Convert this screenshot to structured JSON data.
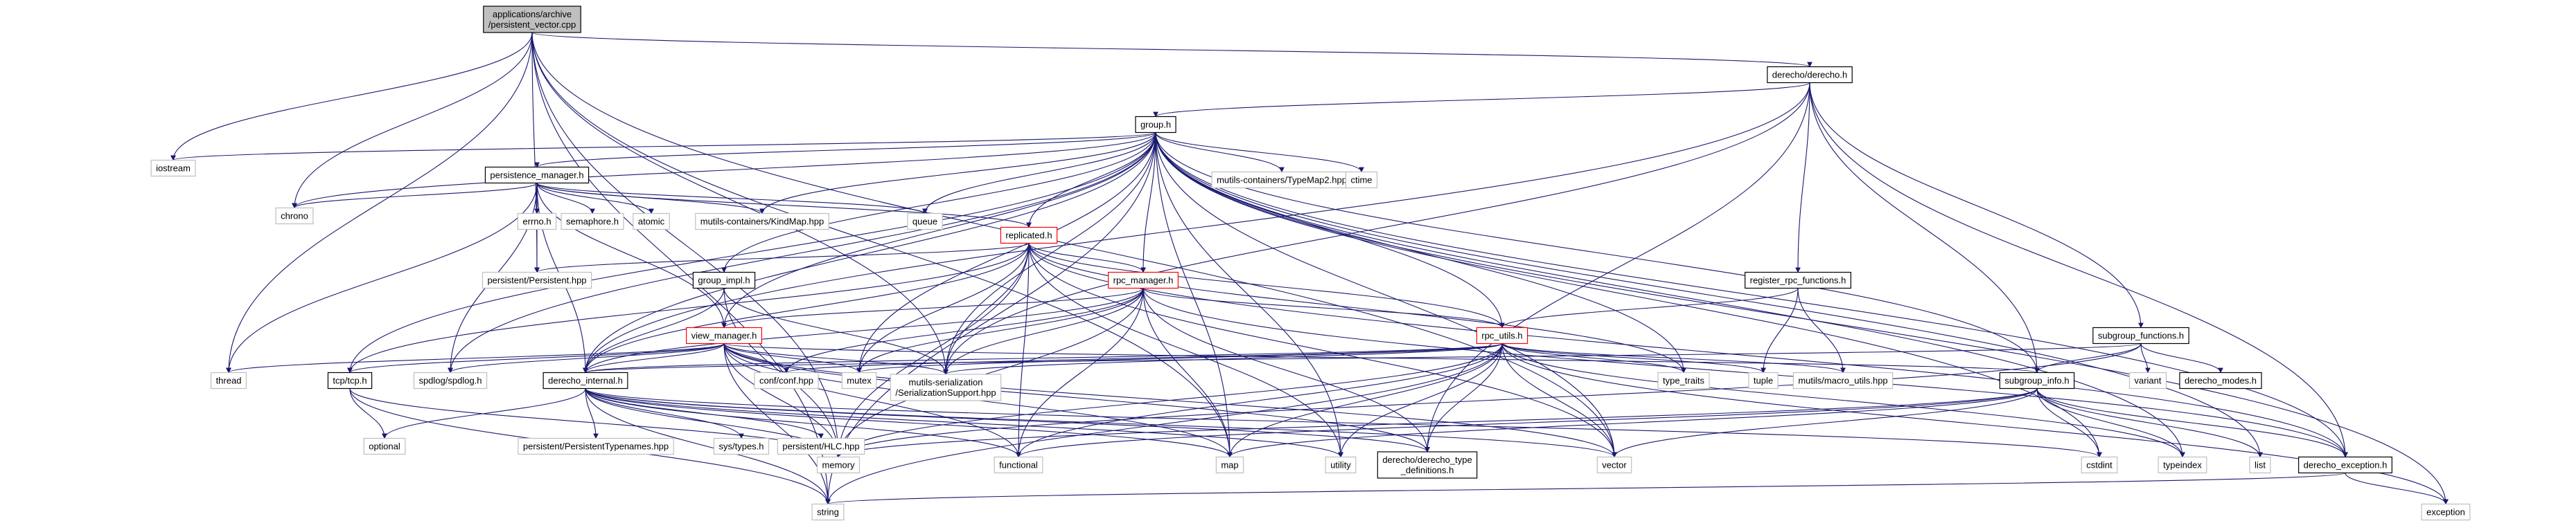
{
  "colors": {
    "edge": "#191970",
    "root_fill": "#bfbfbf",
    "doc_border": "#000000",
    "red_border": "#ff0000",
    "external_border": "#bfbfbf",
    "background": "#ffffff"
  },
  "nodes": [
    {
      "id": "root",
      "label": [
        "applications/archive",
        "/persistent_vector.cpp"
      ],
      "style": "root"
    },
    {
      "id": "derecho_h",
      "label": [
        "derecho/derecho.h"
      ],
      "style": "doc"
    },
    {
      "id": "group_h",
      "label": [
        "group.h"
      ],
      "style": "doc"
    },
    {
      "id": "iostream",
      "label": [
        "iostream"
      ],
      "style": "ext"
    },
    {
      "id": "chrono",
      "label": [
        "chrono"
      ],
      "style": "ext"
    },
    {
      "id": "tm2",
      "label": [
        "mutils-containers/TypeMap2.hpp"
      ],
      "style": "ext"
    },
    {
      "id": "ctime",
      "label": [
        "ctime"
      ],
      "style": "ext"
    },
    {
      "id": "pm_h",
      "label": [
        "persistence_manager.h"
      ],
      "style": "doc"
    },
    {
      "id": "errno",
      "label": [
        "errno.h"
      ],
      "style": "ext"
    },
    {
      "id": "semaphore",
      "label": [
        "semaphore.h"
      ],
      "style": "ext"
    },
    {
      "id": "atomic",
      "label": [
        "atomic"
      ],
      "style": "ext"
    },
    {
      "id": "kindmap",
      "label": [
        "mutils-containers/KindMap.hpp"
      ],
      "style": "ext"
    },
    {
      "id": "queue",
      "label": [
        "queue"
      ],
      "style": "ext"
    },
    {
      "id": "replicated_h",
      "label": [
        "replicated.h"
      ],
      "style": "red"
    },
    {
      "id": "persistent_hpp",
      "label": [
        "persistent/Persistent.hpp"
      ],
      "style": "ext"
    },
    {
      "id": "group_impl",
      "label": [
        "group_impl.h"
      ],
      "style": "doc"
    },
    {
      "id": "rpc_manager",
      "label": [
        "rpc_manager.h"
      ],
      "style": "red"
    },
    {
      "id": "register_rpc",
      "label": [
        "register_rpc_functions.h"
      ],
      "style": "doc"
    },
    {
      "id": "view_manager",
      "label": [
        "view_manager.h"
      ],
      "style": "red"
    },
    {
      "id": "rpc_utils",
      "label": [
        "rpc_utils.h"
      ],
      "style": "red"
    },
    {
      "id": "subgroup_functions",
      "label": [
        "subgroup_functions.h"
      ],
      "style": "doc"
    },
    {
      "id": "variant",
      "label": [
        "variant"
      ],
      "style": "ext"
    },
    {
      "id": "derecho_modes",
      "label": [
        "derecho_modes.h"
      ],
      "style": "doc"
    },
    {
      "id": "thread",
      "label": [
        "thread"
      ],
      "style": "ext"
    },
    {
      "id": "tcp_h",
      "label": [
        "tcp/tcp.h"
      ],
      "style": "doc"
    },
    {
      "id": "spdlog",
      "label": [
        "spdlog/spdlog.h"
      ],
      "style": "ext"
    },
    {
      "id": "derecho_internal",
      "label": [
        "derecho_internal.h"
      ],
      "style": "doc"
    },
    {
      "id": "conf_hpp",
      "label": [
        "conf/conf.hpp"
      ],
      "style": "ext"
    },
    {
      "id": "mutex",
      "label": [
        "mutex"
      ],
      "style": "ext"
    },
    {
      "id": "serialization",
      "label": [
        "mutils-serialization",
        "/SerializationSupport.hpp"
      ],
      "style": "ext"
    },
    {
      "id": "type_traits",
      "label": [
        "type_traits"
      ],
      "style": "ext"
    },
    {
      "id": "tuple",
      "label": [
        "tuple"
      ],
      "style": "ext"
    },
    {
      "id": "macro_utils",
      "label": [
        "mutils/macro_utils.hpp"
      ],
      "style": "ext"
    },
    {
      "id": "subgroup_info",
      "label": [
        "subgroup_info.h"
      ],
      "style": "doc"
    },
    {
      "id": "optional",
      "label": [
        "optional"
      ],
      "style": "ext"
    },
    {
      "id": "ptypenames",
      "label": [
        "persistent/PersistentTypenames.hpp"
      ],
      "style": "ext"
    },
    {
      "id": "systypes",
      "label": [
        "sys/types.h"
      ],
      "style": "ext"
    },
    {
      "id": "hlc",
      "label": [
        "persistent/HLC.hpp"
      ],
      "style": "ext"
    },
    {
      "id": "memory",
      "label": [
        "memory"
      ],
      "style": "ext"
    },
    {
      "id": "functional",
      "label": [
        "functional"
      ],
      "style": "ext"
    },
    {
      "id": "map",
      "label": [
        "map"
      ],
      "style": "ext"
    },
    {
      "id": "utility",
      "label": [
        "utility"
      ],
      "style": "ext"
    },
    {
      "id": "type_defs",
      "label": [
        "derecho/derecho_type",
        "_definitions.h"
      ],
      "style": "doc"
    },
    {
      "id": "vector",
      "label": [
        "vector"
      ],
      "style": "ext"
    },
    {
      "id": "cstdint",
      "label": [
        "cstdint"
      ],
      "style": "ext"
    },
    {
      "id": "typeindex",
      "label": [
        "typeindex"
      ],
      "style": "ext"
    },
    {
      "id": "list",
      "label": [
        "list"
      ],
      "style": "ext"
    },
    {
      "id": "derecho_exception",
      "label": [
        "derecho_exception.h"
      ],
      "style": "doc"
    },
    {
      "id": "string",
      "label": [
        "string"
      ],
      "style": "ext"
    },
    {
      "id": "exception",
      "label": [
        "exception"
      ],
      "style": "ext"
    }
  ],
  "edges": [
    [
      "root",
      "derecho_h"
    ],
    [
      "root",
      "iostream"
    ],
    [
      "root",
      "chrono"
    ],
    [
      "root",
      "persistent_hpp"
    ],
    [
      "root",
      "thread"
    ],
    [
      "root",
      "memory"
    ],
    [
      "root",
      "map"
    ],
    [
      "root",
      "serialization"
    ],
    [
      "root",
      "vector"
    ],
    [
      "root",
      "string"
    ],
    [
      "derecho_h",
      "group_h"
    ],
    [
      "derecho_h",
      "derecho_internal"
    ],
    [
      "derecho_h",
      "serialization"
    ],
    [
      "derecho_h",
      "register_rpc"
    ],
    [
      "derecho_h",
      "subgroup_info"
    ],
    [
      "derecho_h",
      "subgroup_functions"
    ],
    [
      "derecho_h",
      "type_defs"
    ],
    [
      "derecho_h",
      "derecho_exception"
    ],
    [
      "group_h",
      "iostream"
    ],
    [
      "group_h",
      "chrono"
    ],
    [
      "group_h",
      "tm2"
    ],
    [
      "group_h",
      "ctime"
    ],
    [
      "group_h",
      "pm_h"
    ],
    [
      "group_h",
      "kindmap"
    ],
    [
      "group_h",
      "queue"
    ],
    [
      "group_h",
      "replicated_h"
    ],
    [
      "group_h",
      "group_impl"
    ],
    [
      "group_h",
      "rpc_manager"
    ],
    [
      "group_h",
      "view_manager"
    ],
    [
      "group_h",
      "rpc_utils"
    ],
    [
      "group_h",
      "tcp_h"
    ],
    [
      "group_h",
      "spdlog"
    ],
    [
      "group_h",
      "derecho_internal"
    ],
    [
      "group_h",
      "mutex"
    ],
    [
      "group_h",
      "serialization"
    ],
    [
      "group_h",
      "type_traits"
    ],
    [
      "group_h",
      "subgroup_info"
    ],
    [
      "group_h",
      "map"
    ],
    [
      "group_h",
      "utility"
    ],
    [
      "group_h",
      "vector"
    ],
    [
      "group_h",
      "cstdint"
    ],
    [
      "group_h",
      "typeindex"
    ],
    [
      "group_h",
      "list"
    ],
    [
      "group_h",
      "derecho_exception"
    ],
    [
      "group_h",
      "string"
    ],
    [
      "group_h",
      "exception"
    ],
    [
      "pm_h",
      "chrono"
    ],
    [
      "pm_h",
      "errno"
    ],
    [
      "pm_h",
      "semaphore"
    ],
    [
      "pm_h",
      "atomic"
    ],
    [
      "pm_h",
      "kindmap"
    ],
    [
      "pm_h",
      "queue"
    ],
    [
      "pm_h",
      "persistent_hpp"
    ],
    [
      "pm_h",
      "thread"
    ],
    [
      "pm_h",
      "spdlog"
    ],
    [
      "pm_h",
      "derecho_internal"
    ],
    [
      "pm_h",
      "view_manager"
    ],
    [
      "pm_h",
      "replicated_h"
    ],
    [
      "replicated_h",
      "persistent_hpp"
    ],
    [
      "replicated_h",
      "rpc_manager"
    ],
    [
      "replicated_h",
      "rpc_utils"
    ],
    [
      "replicated_h",
      "derecho_internal"
    ],
    [
      "replicated_h",
      "serialization"
    ],
    [
      "replicated_h",
      "mutex"
    ],
    [
      "replicated_h",
      "functional"
    ],
    [
      "replicated_h",
      "memory"
    ],
    [
      "replicated_h",
      "utility"
    ],
    [
      "replicated_h",
      "vector"
    ],
    [
      "replicated_h",
      "type_traits"
    ],
    [
      "replicated_h",
      "tcp_h"
    ],
    [
      "replicated_h",
      "derecho_exception"
    ],
    [
      "group_impl",
      "derecho_internal"
    ],
    [
      "group_impl",
      "serialization"
    ],
    [
      "group_impl",
      "memory"
    ],
    [
      "register_rpc",
      "rpc_utils"
    ],
    [
      "register_rpc",
      "tuple"
    ],
    [
      "register_rpc",
      "macro_utils"
    ],
    [
      "rpc_manager",
      "view_manager"
    ],
    [
      "rpc_manager",
      "rpc_utils"
    ],
    [
      "rpc_manager",
      "derecho_internal"
    ],
    [
      "rpc_manager",
      "serialization"
    ],
    [
      "rpc_manager",
      "conf_hpp"
    ],
    [
      "rpc_manager",
      "mutex"
    ],
    [
      "rpc_manager",
      "map"
    ],
    [
      "rpc_manager",
      "functional"
    ],
    [
      "rpc_manager",
      "memory"
    ],
    [
      "rpc_manager",
      "type_defs"
    ],
    [
      "rpc_manager",
      "derecho_exception"
    ],
    [
      "view_manager",
      "thread"
    ],
    [
      "view_manager",
      "tcp_h"
    ],
    [
      "view_manager",
      "spdlog"
    ],
    [
      "view_manager",
      "derecho_internal"
    ],
    [
      "view_manager",
      "conf_hpp"
    ],
    [
      "view_manager",
      "mutex"
    ],
    [
      "view_manager",
      "serialization"
    ],
    [
      "view_manager",
      "subgroup_info"
    ],
    [
      "view_manager",
      "memory"
    ],
    [
      "view_manager",
      "functional"
    ],
    [
      "view_manager",
      "map"
    ],
    [
      "view_manager",
      "string"
    ],
    [
      "view_manager",
      "vector"
    ],
    [
      "view_manager",
      "type_defs"
    ],
    [
      "rpc_utils",
      "derecho_internal"
    ],
    [
      "rpc_utils",
      "serialization"
    ],
    [
      "rpc_utils",
      "conf_hpp"
    ],
    [
      "rpc_utils",
      "mutex"
    ],
    [
      "rpc_utils",
      "type_traits"
    ],
    [
      "rpc_utils",
      "tuple"
    ],
    [
      "rpc_utils",
      "macro_utils"
    ],
    [
      "rpc_utils",
      "typeindex"
    ],
    [
      "rpc_utils",
      "memory"
    ],
    [
      "rpc_utils",
      "functional"
    ],
    [
      "rpc_utils",
      "map"
    ],
    [
      "rpc_utils",
      "utility"
    ],
    [
      "rpc_utils",
      "type_defs"
    ],
    [
      "rpc_utils",
      "vector"
    ],
    [
      "rpc_utils",
      "string"
    ],
    [
      "rpc_utils",
      "exception"
    ],
    [
      "subgroup_functions",
      "derecho_modes"
    ],
    [
      "subgroup_functions",
      "variant"
    ],
    [
      "subgroup_functions",
      "subgroup_info"
    ],
    [
      "subgroup_functions",
      "derecho_internal"
    ],
    [
      "subgroup_functions",
      "memory"
    ],
    [
      "tcp_h",
      "optional"
    ],
    [
      "tcp_h",
      "string"
    ],
    [
      "tcp_h",
      "memory"
    ],
    [
      "derecho_internal",
      "optional"
    ],
    [
      "derecho_internal",
      "ptypenames"
    ],
    [
      "derecho_internal",
      "systypes"
    ],
    [
      "derecho_internal",
      "hlc"
    ],
    [
      "derecho_internal",
      "memory"
    ],
    [
      "derecho_internal",
      "functional"
    ],
    [
      "derecho_internal",
      "map"
    ],
    [
      "derecho_internal",
      "utility"
    ],
    [
      "derecho_internal",
      "type_defs"
    ],
    [
      "derecho_internal",
      "vector"
    ],
    [
      "derecho_internal",
      "cstdint"
    ],
    [
      "derecho_internal",
      "string"
    ],
    [
      "subgroup_info",
      "memory"
    ],
    [
      "subgroup_info",
      "functional"
    ],
    [
      "subgroup_info",
      "map"
    ],
    [
      "subgroup_info",
      "vector"
    ],
    [
      "subgroup_info",
      "cstdint"
    ],
    [
      "subgroup_info",
      "typeindex"
    ],
    [
      "subgroup_info",
      "list"
    ],
    [
      "subgroup_info",
      "derecho_exception"
    ],
    [
      "derecho_exception",
      "string"
    ],
    [
      "derecho_exception",
      "exception"
    ]
  ]
}
